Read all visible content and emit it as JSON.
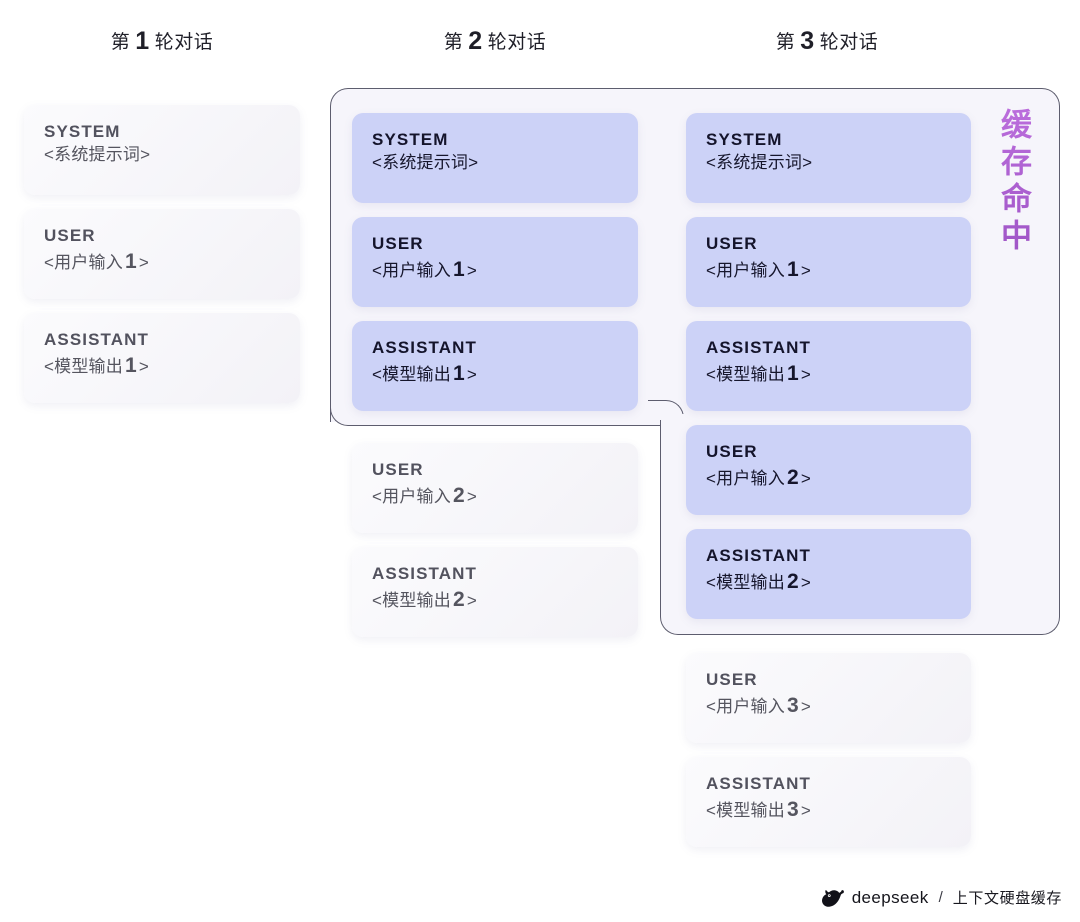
{
  "headers": [
    {
      "prefix": "第",
      "num": "1",
      "suffix": "轮对话"
    },
    {
      "prefix": "第",
      "num": "2",
      "suffix": "轮对话"
    },
    {
      "prefix": "第",
      "num": "3",
      "suffix": "轮对话"
    }
  ],
  "cache_hit_label": "缓存命中",
  "accent_color": "#b05fd0",
  "card_blue": "#ccd2f7",
  "card_gray": "#f5f4f9",
  "columns": [
    {
      "name": "turn-1",
      "cards": [
        {
          "role": "SYSTEM",
          "content_pre": "<系统提示词>",
          "content_num": "",
          "content_post": "",
          "state": "gray"
        },
        {
          "role": "USER",
          "content_pre": "<用户输入",
          "content_num": "1",
          "content_post": ">",
          "state": "gray"
        },
        {
          "role": "ASSISTANT",
          "content_pre": "<模型输出",
          "content_num": "1",
          "content_post": ">",
          "state": "gray"
        }
      ]
    },
    {
      "name": "turn-2",
      "cards": [
        {
          "role": "SYSTEM",
          "content_pre": "<系统提示词>",
          "content_num": "",
          "content_post": "",
          "state": "blue"
        },
        {
          "role": "USER",
          "content_pre": "<用户输入",
          "content_num": "1",
          "content_post": ">",
          "state": "blue"
        },
        {
          "role": "ASSISTANT",
          "content_pre": "<模型输出",
          "content_num": "1",
          "content_post": ">",
          "state": "blue"
        },
        {
          "role": "USER",
          "content_pre": "<用户输入",
          "content_num": "2",
          "content_post": ">",
          "state": "gray"
        },
        {
          "role": "ASSISTANT",
          "content_pre": "<模型输出",
          "content_num": "2",
          "content_post": ">",
          "state": "gray"
        }
      ]
    },
    {
      "name": "turn-3",
      "cards": [
        {
          "role": "SYSTEM",
          "content_pre": "<系统提示词>",
          "content_num": "",
          "content_post": "",
          "state": "blue"
        },
        {
          "role": "USER",
          "content_pre": "<用户输入",
          "content_num": "1",
          "content_post": ">",
          "state": "blue"
        },
        {
          "role": "ASSISTANT",
          "content_pre": "<模型输出",
          "content_num": "1",
          "content_post": ">",
          "state": "blue"
        },
        {
          "role": "USER",
          "content_pre": "<用户输入",
          "content_num": "2",
          "content_post": ">",
          "state": "blue"
        },
        {
          "role": "ASSISTANT",
          "content_pre": "<模型输出",
          "content_num": "2",
          "content_post": ">",
          "state": "blue"
        },
        {
          "role": "USER",
          "content_pre": "<用户输入",
          "content_num": "3",
          "content_post": ">",
          "state": "gray"
        },
        {
          "role": "ASSISTANT",
          "content_pre": "<模型输出",
          "content_num": "3",
          "content_post": ">",
          "state": "gray"
        }
      ]
    }
  ],
  "footer": {
    "wordmark": "deepseek",
    "separator": "/",
    "tagline": "上下文硬盘缓存"
  }
}
